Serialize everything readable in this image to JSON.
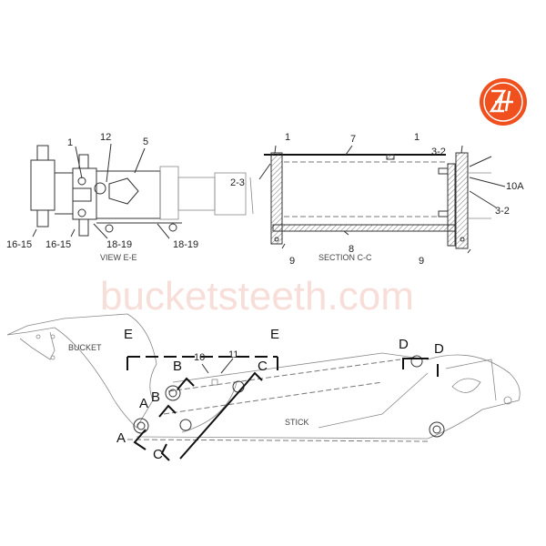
{
  "watermark": "bucketsteeth.com",
  "logo": {
    "text": "ZH",
    "color": "#f0501e"
  },
  "view_ee": {
    "caption": "VIEW E-E",
    "callouts": [
      "1",
      "12",
      "5",
      "16-15",
      "16-15",
      "18-19",
      "18-19"
    ]
  },
  "section_cc": {
    "caption": "SECTION C-C",
    "callouts": [
      "1",
      "7",
      "1",
      "3-2",
      "2-3",
      "10A",
      "3-2",
      "8",
      "9",
      "9"
    ]
  },
  "main_view": {
    "bucket_label": "BUCKET",
    "stick_label": "STICK",
    "section_marks": [
      "E",
      "E",
      "B",
      "B",
      "A",
      "A",
      "C",
      "C",
      "D",
      "D"
    ],
    "callouts": [
      "10",
      "11"
    ]
  }
}
